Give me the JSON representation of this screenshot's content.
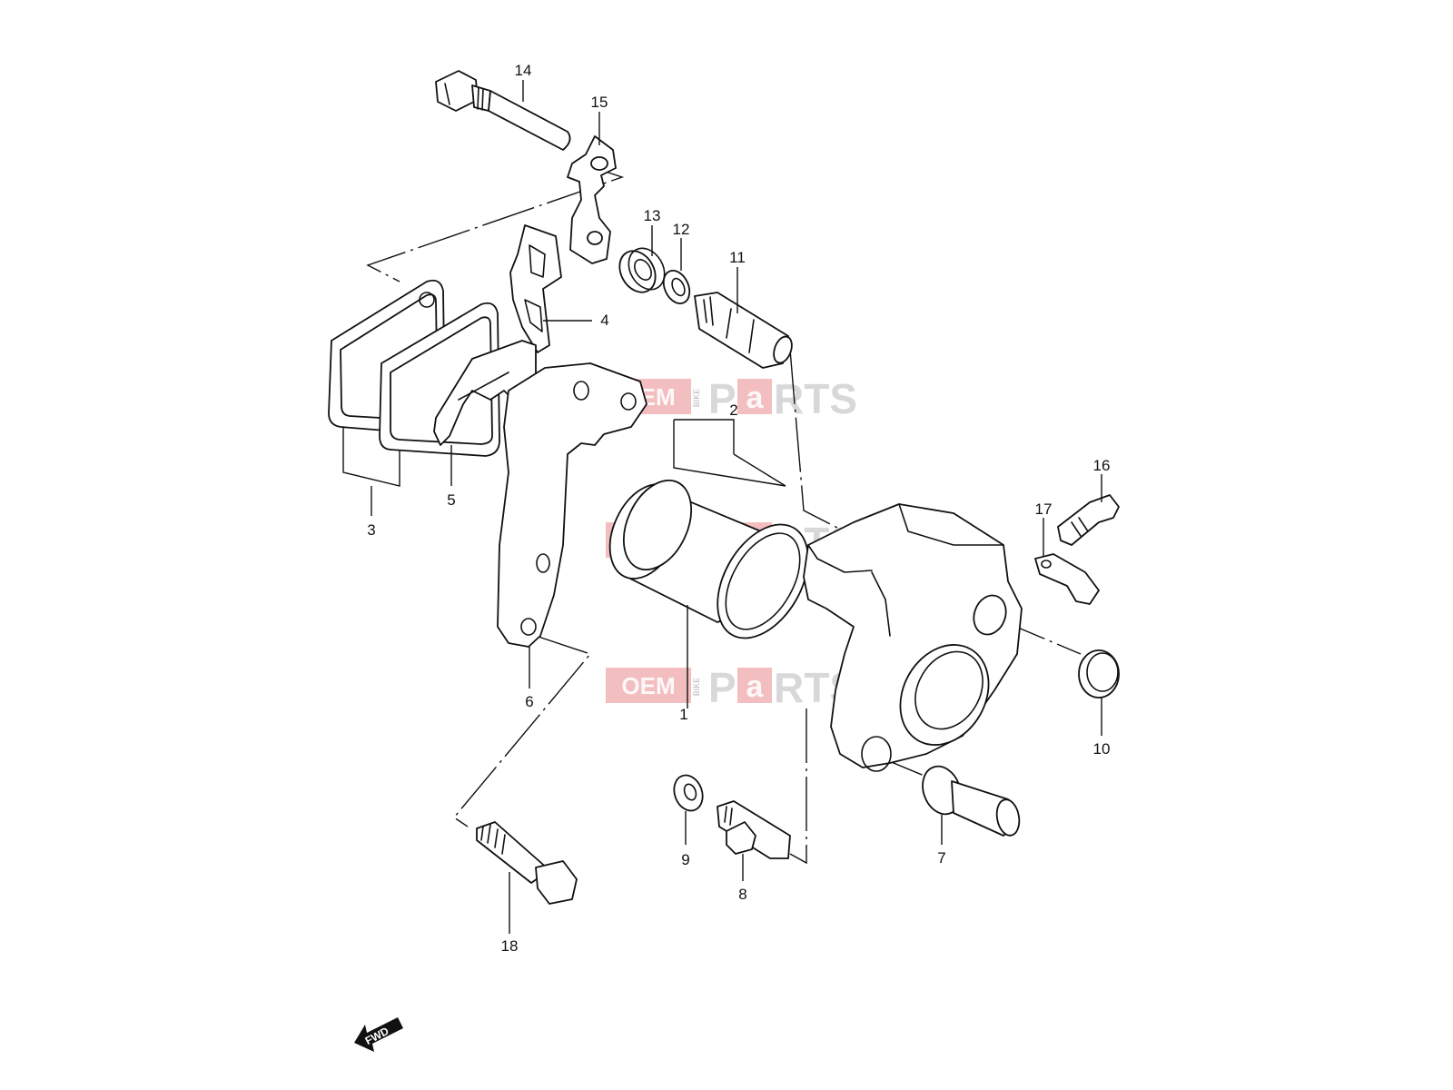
{
  "diagram": {
    "part_labels": [
      "1",
      "2",
      "3",
      "4",
      "5",
      "6",
      "7",
      "8",
      "9",
      "10",
      "11",
      "12",
      "13",
      "14",
      "15",
      "16",
      "17",
      "18"
    ],
    "watermark": {
      "left": "OEM",
      "vertical": "BIKE",
      "p": "P",
      "a": "a",
      "rest": "RTS"
    },
    "direction_arrow": "FWD",
    "colors": {
      "line": "#111111",
      "watermark": "#e9888d",
      "background": "#ffffff"
    }
  }
}
